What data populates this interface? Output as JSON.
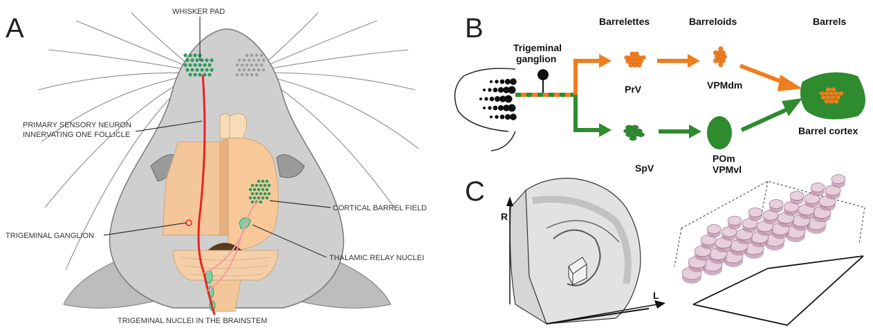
{
  "panels": {
    "a": {
      "letter": "A",
      "labels": {
        "whisker_pad": "WHISKER PAD",
        "primary_neuron_1": "PRIMARY SENSORY NEURON",
        "primary_neuron_2": "INNERVATING ONE FOLLICLE",
        "cortical_barrel_field": "CORTICAL BARREL FIELD",
        "trigeminal_ganglion": "TRIGEMINAL GANGLION",
        "thalamic_relay": "THALAMIC RELAY NUCLEI",
        "trigeminal_nuclei": "TRIGEMINAL NUCLEI IN THE BRAINSTEM"
      }
    },
    "b": {
      "letter": "B",
      "headers": {
        "barrelettes": "Barrelettes",
        "barreloids": "Barreloids",
        "barrels": "Barrels"
      },
      "labels": {
        "trigeminal_1": "Trigeminal",
        "trigeminal_2": "ganglion",
        "prv": "PrV",
        "vpmdm": "VPMdm",
        "spv": "SpV",
        "pom": "POm",
        "vpmvl": "VPMvl",
        "barrel_cortex": "Barrel cortex"
      },
      "colors": {
        "lemniscal": "#f07d1e",
        "paralemniscal": "#2e8b2e"
      }
    },
    "c": {
      "letter": "C",
      "axes": {
        "r": "R",
        "l": "L"
      }
    }
  }
}
